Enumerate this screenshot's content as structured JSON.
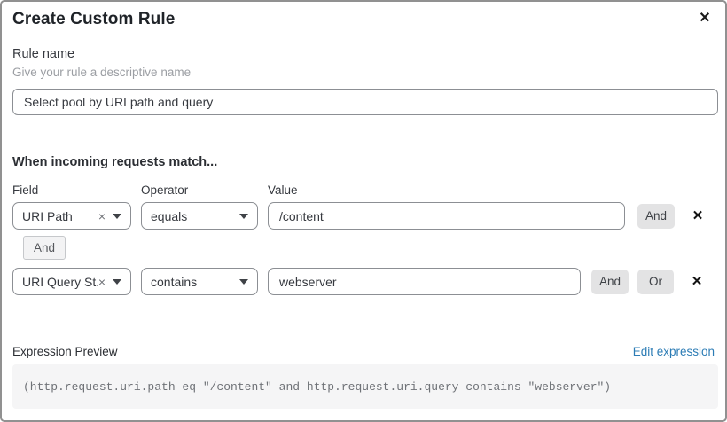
{
  "dialog": {
    "title": "Create Custom Rule"
  },
  "icons": {
    "close": "✕",
    "clear": "×",
    "remove": "✕"
  },
  "rule_name": {
    "label": "Rule name",
    "helper": "Give your rule a descriptive name",
    "value": "Select pool by URI path and query"
  },
  "match_section": {
    "heading": "When incoming requests match...",
    "columns": {
      "field": "Field",
      "operator": "Operator",
      "value": "Value"
    },
    "rows": [
      {
        "field": "URI Path",
        "operator": "equals",
        "value": "/content",
        "buttons": [
          "And"
        ]
      },
      {
        "field": "URI Query St...",
        "operator": "contains",
        "value": "webserver",
        "buttons": [
          "And",
          "Or"
        ]
      }
    ],
    "connector": "And"
  },
  "expression": {
    "label": "Expression Preview",
    "edit_link": "Edit expression",
    "code": "(http.request.uri.path eq \"/content\" and http.request.uri.query contains \"webserver\")"
  },
  "colors": {
    "link_blue": "#2c7cb5",
    "button_gray": "#e3e3e4",
    "border_gray": "#8c8f94",
    "code_bg": "#f5f5f6"
  }
}
